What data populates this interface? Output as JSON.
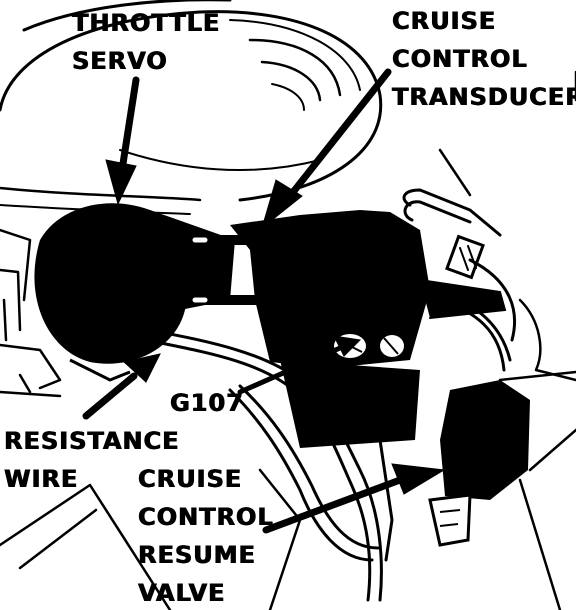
{
  "colors": {
    "ink": "#000000",
    "paper": "#ffffff"
  },
  "labels": {
    "throttle_servo": [
      "THROTTLE",
      "SERVO"
    ],
    "cruise_control_transducer": [
      "CRUISE",
      "CONTROL",
      "TRANSDUCER"
    ],
    "ground": "G107",
    "resistance_wire": [
      "RESISTANCE",
      "WIRE"
    ],
    "cruise_control_resume_valve": [
      "CRUISE",
      "CONTROL",
      "RESUME",
      "VALVE"
    ]
  }
}
